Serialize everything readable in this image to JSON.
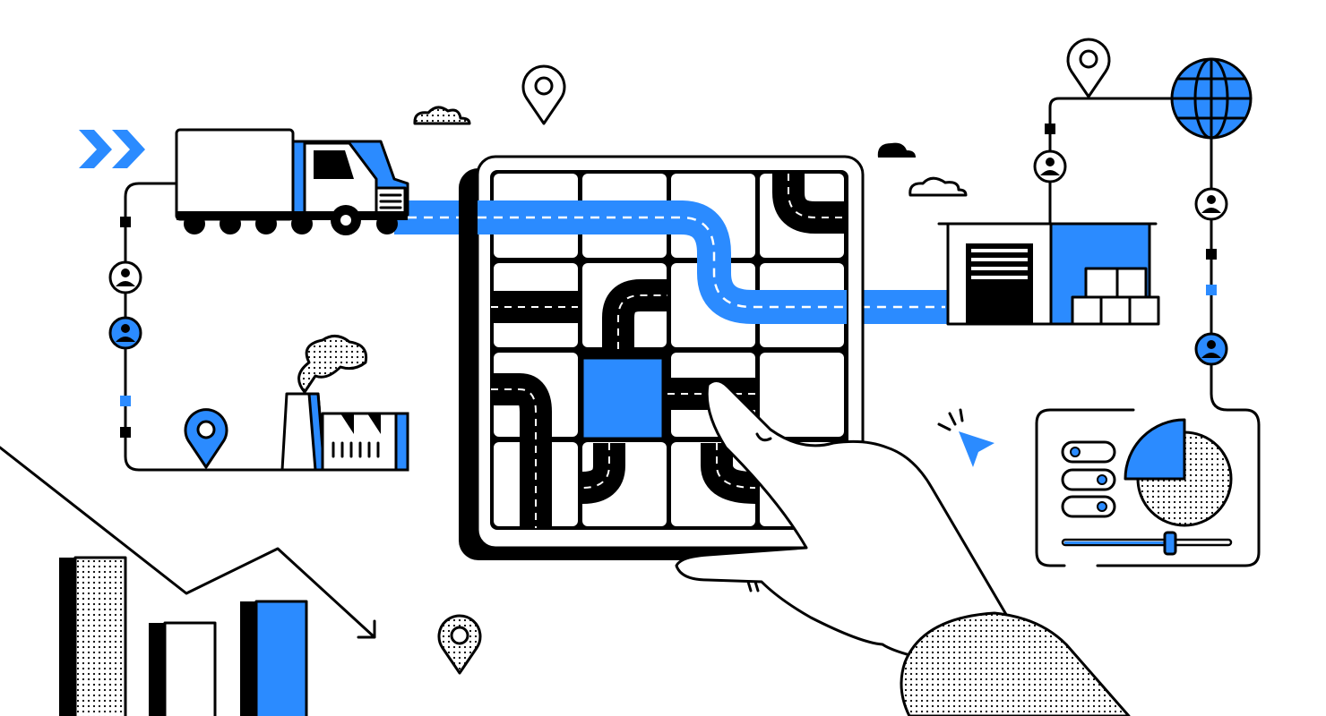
{
  "illustration": {
    "theme": "logistics-supply-chain",
    "colors": {
      "accent": "#2b8bff",
      "ink": "#000000",
      "background": "#ffffff"
    },
    "icons": [
      "chevrons-right-icon",
      "truck-icon",
      "person-icon",
      "map-pin-icon",
      "factory-icon",
      "tablet-icon",
      "road-puzzle-grid",
      "warehouse-icon",
      "globe-icon",
      "cloud-icon",
      "dashboard-panel",
      "pie-chart-icon",
      "toggle-icon",
      "slider-icon",
      "cursor-icon",
      "bar-chart-icon",
      "trend-down-arrow",
      "hand-icon"
    ],
    "dashboard": {
      "pie_fraction": 0.25,
      "slider_value": 0.68
    }
  }
}
